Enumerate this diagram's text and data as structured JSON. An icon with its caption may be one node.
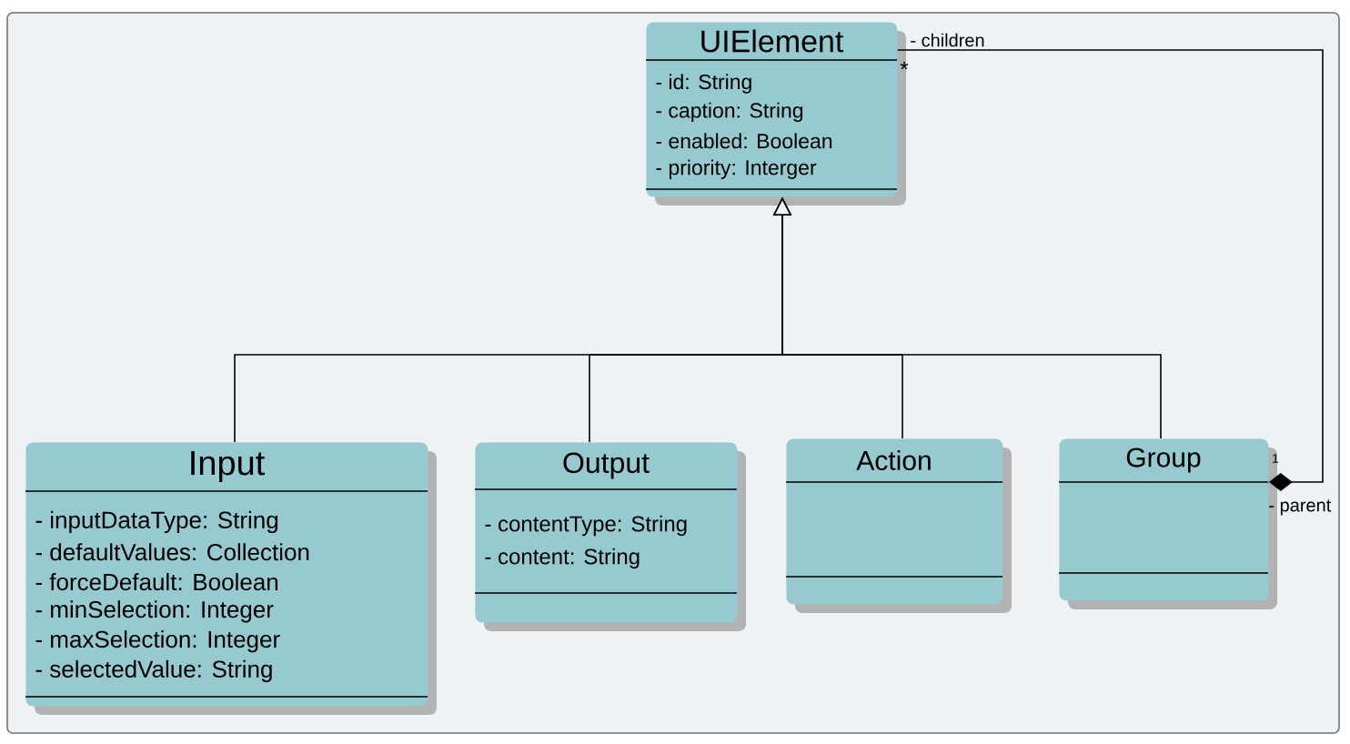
{
  "diagram": {
    "nodes": [
      {
        "text": [
          "UIElement",
          "- id: String",
          "- caption: String",
          "- enabled: Boolean",
          "- priority: Interger"
        ]
      },
      {
        "text": [
          "Input",
          "- inputDataType: String",
          "- defaultValues: Collection",
          "- forceDefault: Boolean",
          "- minSelection: Integer",
          "- maxSelection: Integer",
          "- selectedValue: String"
        ]
      },
      {
        "text": [
          "Output",
          "- contentType: String",
          "- content: String"
        ]
      },
      {
        "text": [
          "Action"
        ]
      },
      {
        "text": [
          "Group"
        ]
      }
    ],
    "edges": [
      {
        "from": 1,
        "to": 0,
        "arrow": "to"
      },
      {
        "from": 2,
        "to": 0,
        "arrow": "to"
      },
      {
        "from": 3,
        "to": 0,
        "arrow": "to"
      },
      {
        "from": 4,
        "to": 0,
        "arrow": "to"
      },
      {
        "from": 4,
        "to": 0,
        "arrow": "other"
      }
    ],
    "labels": [
      "- children",
      "*",
      "1",
      "- parent"
    ]
  }
}
